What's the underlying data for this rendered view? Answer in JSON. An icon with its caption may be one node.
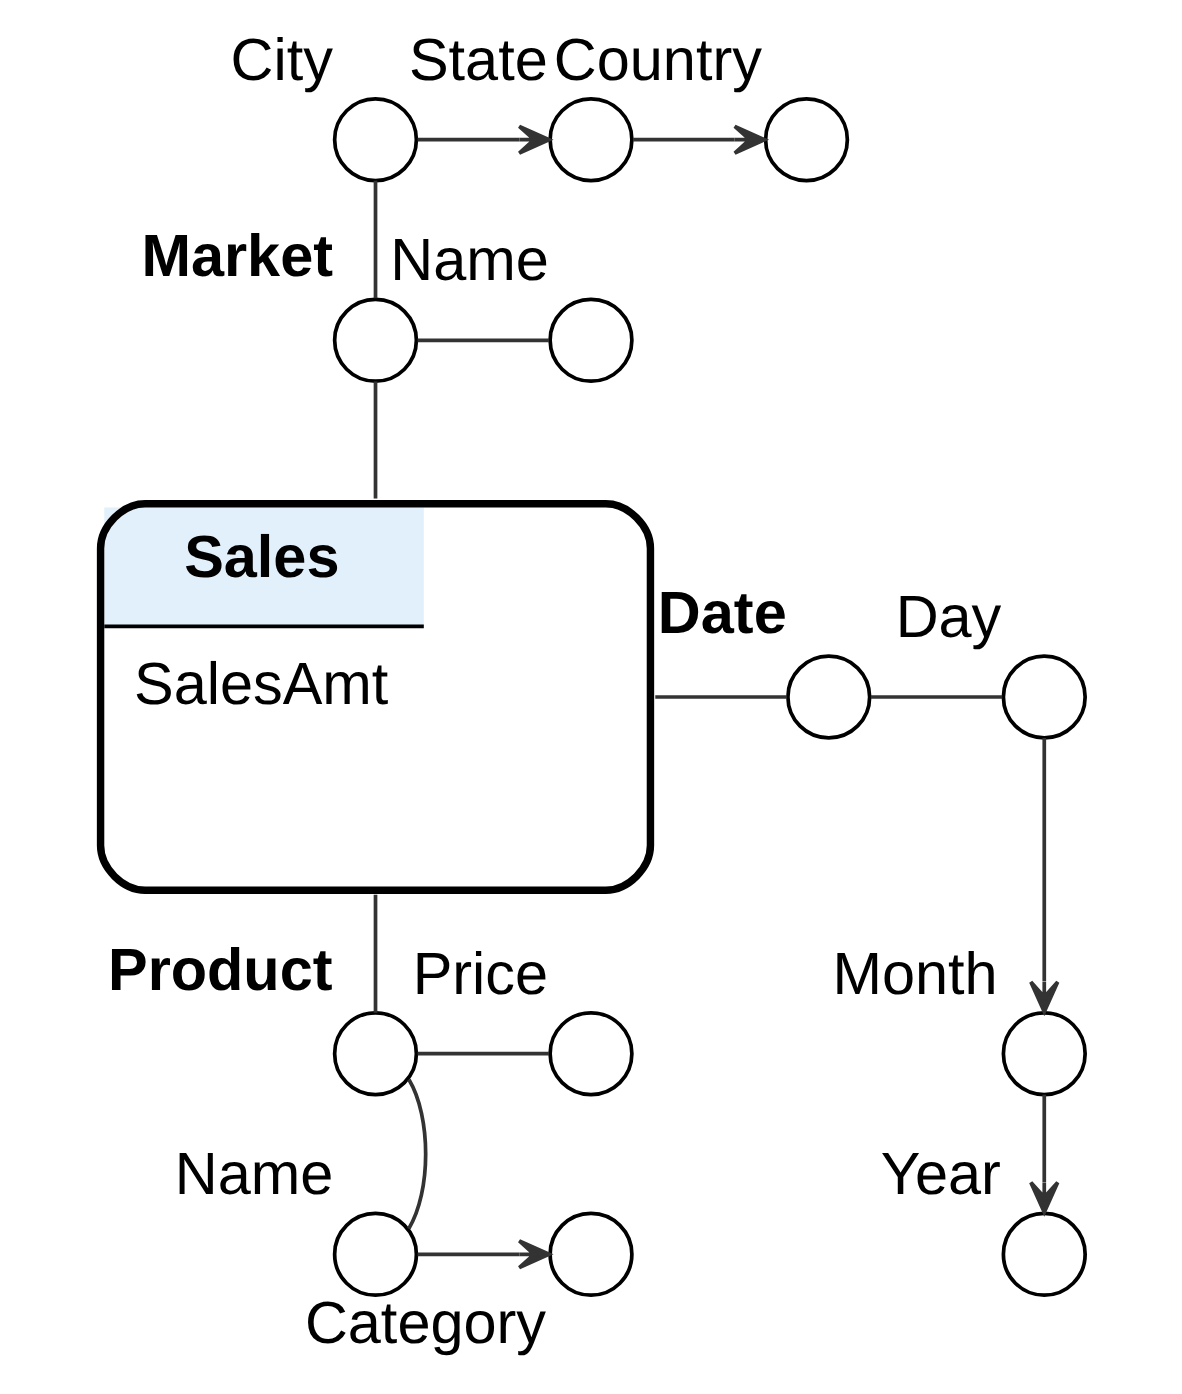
{
  "diagram": {
    "nodes": [
      {
        "text": [],
        "shape": "circle",
        "beside": [
          "City"
        ]
      },
      {
        "text": [],
        "shape": "circle",
        "beside": [
          "State"
        ]
      },
      {
        "text": [],
        "shape": "circle",
        "beside": [
          "Country"
        ]
      },
      {
        "text": [],
        "shape": "circle",
        "beside": [
          "Market"
        ]
      },
      {
        "text": [],
        "shape": "circle",
        "beside": [
          "Name"
        ]
      },
      {
        "text": [
          "Sales",
          "SalesAmt"
        ]
      },
      {
        "text": [],
        "shape": "circle",
        "beside": [
          "Date"
        ]
      },
      {
        "text": [],
        "shape": "circle",
        "beside": [
          "Day"
        ]
      },
      {
        "text": [],
        "shape": "circle",
        "beside": [
          "Month"
        ]
      },
      {
        "text": [],
        "shape": "circle",
        "beside": [
          "Year"
        ]
      },
      {
        "text": [],
        "shape": "circle",
        "beside": [
          "Product"
        ]
      },
      {
        "text": [],
        "shape": "circle",
        "beside": [
          "Price"
        ]
      },
      {
        "text": [],
        "shape": "circle",
        "beside": [
          "Name"
        ]
      },
      {
        "text": [],
        "shape": "circle",
        "beside": [
          "Category"
        ]
      }
    ],
    "edges": [
      {
        "from": 0,
        "to": 1,
        "arrow": "to"
      },
      {
        "from": 1,
        "to": 2,
        "arrow": "to"
      },
      {
        "from": 0,
        "to": 3,
        "arrow": "none"
      },
      {
        "from": 3,
        "to": 4,
        "arrow": "none"
      },
      {
        "from": 3,
        "to": 5,
        "arrow": "none"
      },
      {
        "from": 5,
        "to": 6,
        "arrow": "none"
      },
      {
        "from": 6,
        "to": 7,
        "arrow": "none"
      },
      {
        "from": 7,
        "to": 8,
        "arrow": "to"
      },
      {
        "from": 8,
        "to": 9,
        "arrow": "to"
      },
      {
        "from": 5,
        "to": 10,
        "arrow": "none"
      },
      {
        "from": 10,
        "to": 11,
        "arrow": "none"
      },
      {
        "from": 12,
        "to": 10,
        "arrow": "none"
      },
      {
        "from": 12,
        "to": 13,
        "arrow": "to"
      }
    ]
  }
}
